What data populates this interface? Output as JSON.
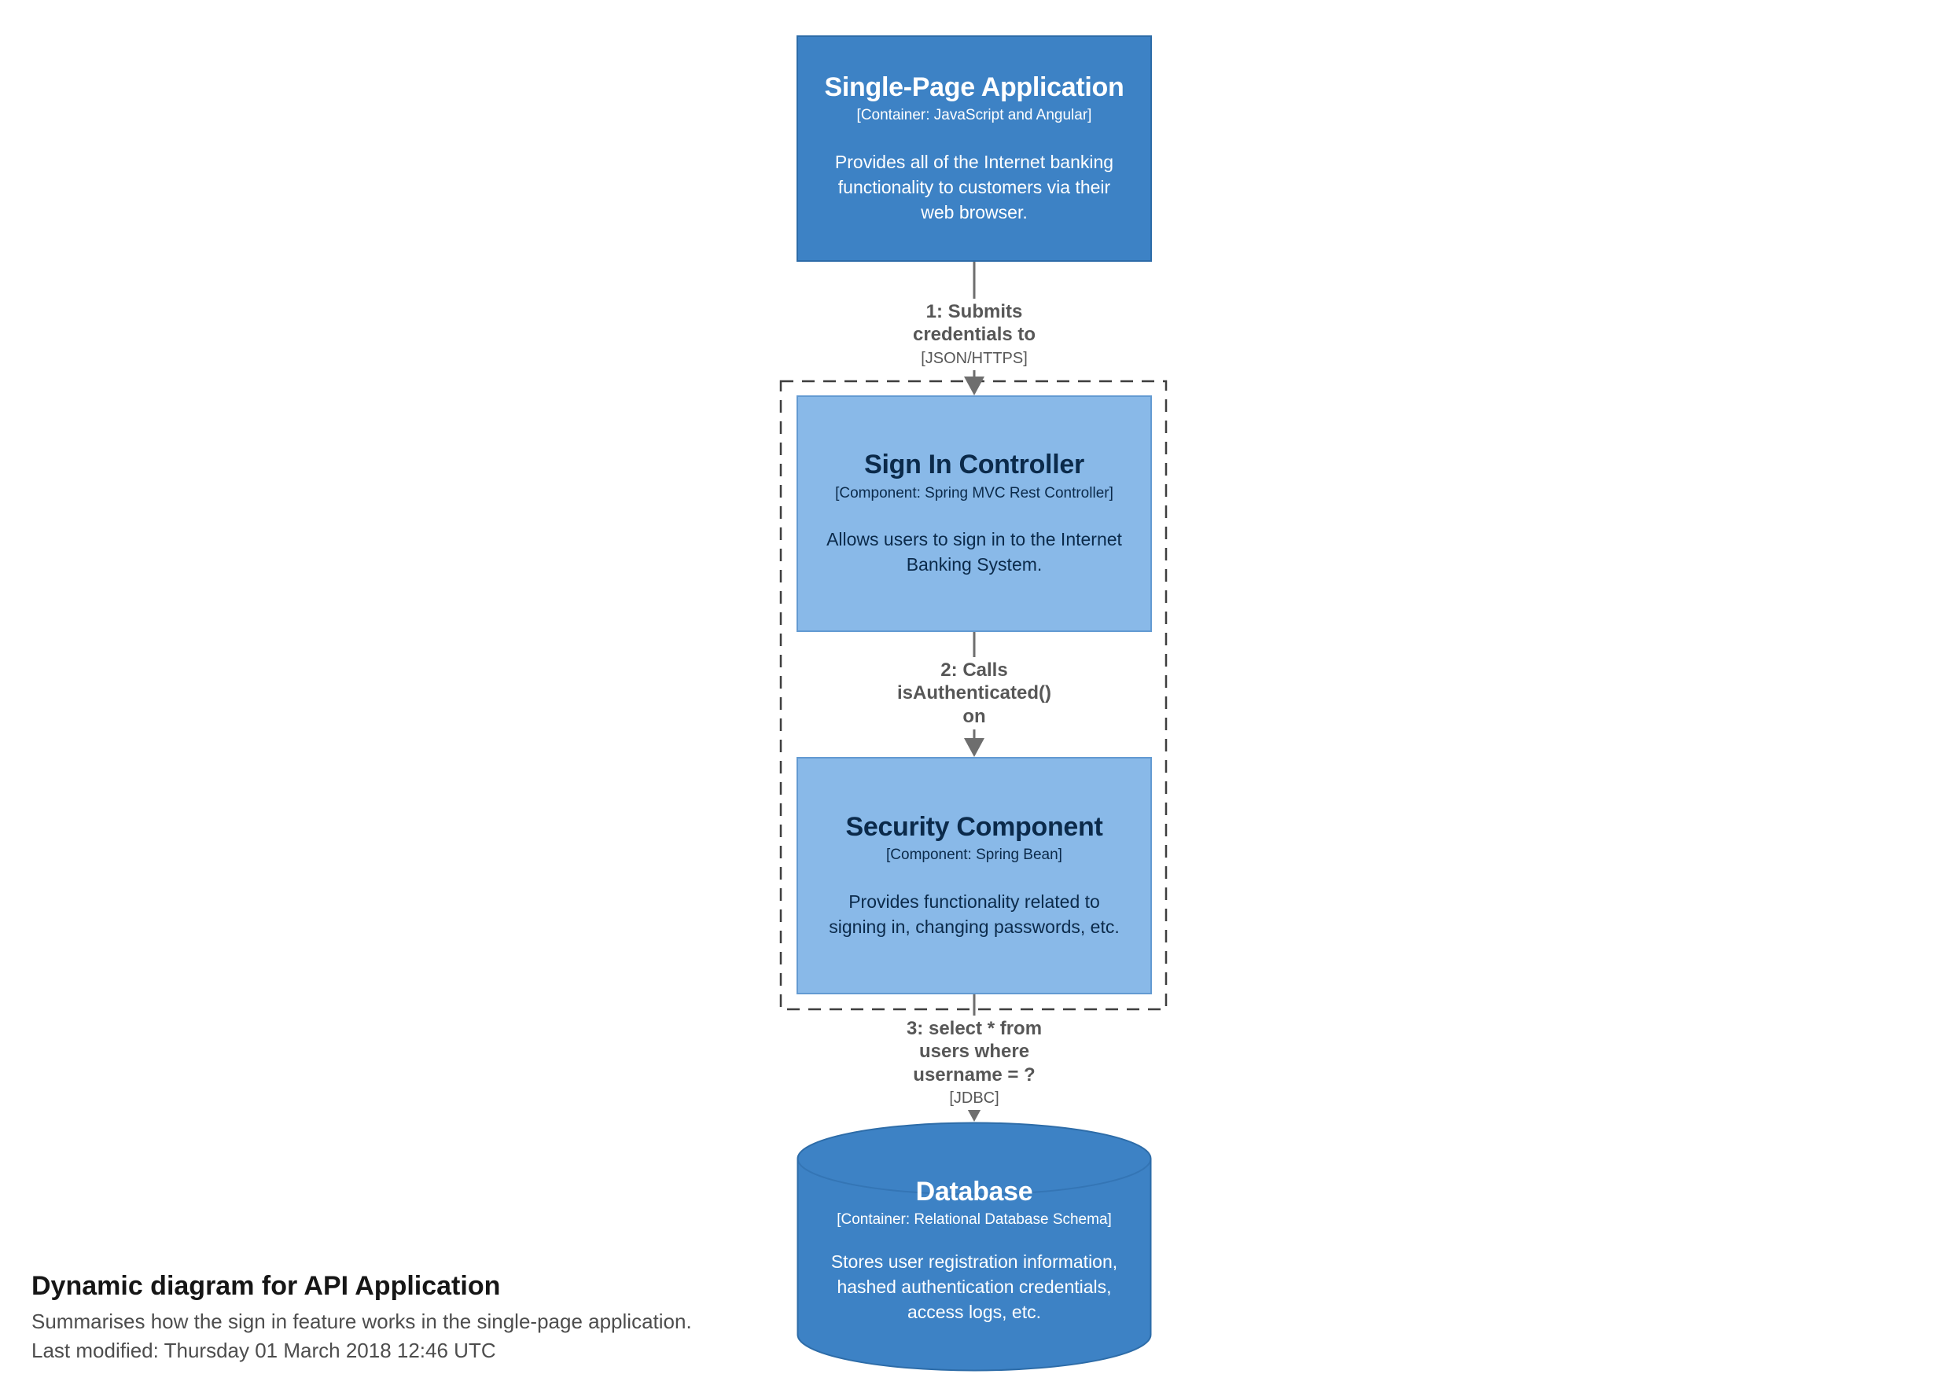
{
  "colors": {
    "container_fill": "#3d82c5",
    "container_border": "#2d6ca8",
    "component_fill": "#89b9e8",
    "component_border": "#639ad2",
    "component_text": "#0b2a4a",
    "relationship_text": "#575757",
    "arrow": "#6e6e6e",
    "boundary_dash": "#3e3e3e",
    "footer_text": "#4d4d4d"
  },
  "nodes": [
    {
      "title": "Single-Page Application",
      "meta": "[Container: JavaScript and Angular]",
      "description_lines": [
        "Provides all of the Internet banking",
        "functionality to customers via their",
        "web browser."
      ]
    },
    {
      "title": "Sign In Controller",
      "meta": "[Component: Spring MVC Rest Controller]",
      "description_lines": [
        "Allows users to sign in to the Internet",
        "Banking System."
      ]
    },
    {
      "title": "Security Component",
      "meta": "[Component: Spring Bean]",
      "description_lines": [
        "Provides functionality related to",
        "signing in, changing passwords, etc."
      ]
    },
    {
      "title": "Database",
      "meta": "[Container: Relational Database Schema]",
      "description_lines": [
        "Stores user registration information,",
        "hashed authentication credentials,",
        "access logs, etc."
      ]
    }
  ],
  "relationships": [
    {
      "lines": [
        "1: Submits",
        "credentials to"
      ],
      "protocol": "[JSON/HTTPS]"
    },
    {
      "lines": [
        "2: Calls",
        "isAuthenticated()",
        "on"
      ],
      "protocol": ""
    },
    {
      "lines": [
        "3: select * from",
        "users where",
        "username = ?"
      ],
      "protocol": "[JDBC]"
    }
  ],
  "footer": {
    "title": "Dynamic diagram for API Application",
    "subtitle": "Summarises how the sign in feature works in the single-page application.",
    "last_modified": "Last modified: Thursday 01 March 2018 12:46 UTC"
  }
}
